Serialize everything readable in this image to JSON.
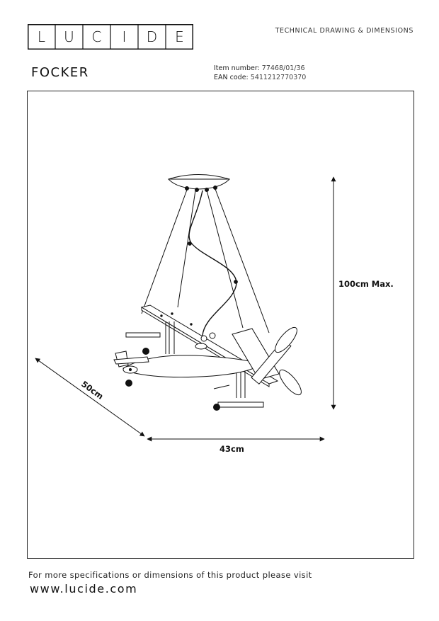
{
  "header": {
    "brand": "LUCIDE",
    "brand_letters": [
      "L",
      "U",
      "C",
      "I",
      "D",
      "E"
    ],
    "doc_label": "TECHNICAL DRAWING & DIMENSIONS"
  },
  "product": {
    "name": "FOCKER",
    "item_number_label": "Item number:",
    "item_number": "77468/01/36",
    "ean_label": "EAN code:",
    "ean": "5411212770370"
  },
  "dimensions": {
    "height": "100cm Max.",
    "width": "43cm",
    "depth": "50cm"
  },
  "footer": {
    "spec_text": "For more specifications or dimensions of this product please visit",
    "url": "www.lucide.com"
  },
  "icons": [
    "lucide-logo",
    "biplane-pendant-drawing"
  ]
}
